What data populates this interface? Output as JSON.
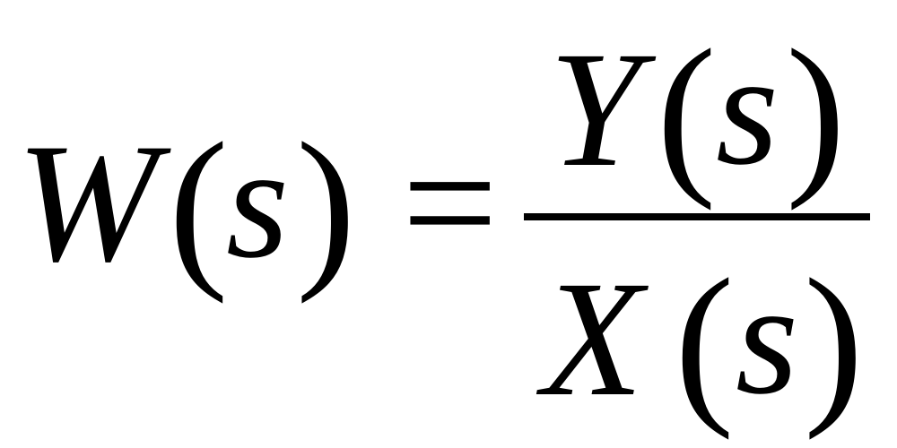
{
  "equation": {
    "lhs": {
      "variable": "W",
      "open_paren": "(",
      "argument": "s",
      "close_paren": ")"
    },
    "equals": "=",
    "fraction": {
      "numerator": {
        "variable": "Y",
        "open_paren": "(",
        "argument": "s",
        "close_paren": ")"
      },
      "denominator": {
        "variable": "X",
        "open_paren": "(",
        "argument": "s",
        "close_paren": ")"
      }
    }
  },
  "colors": {
    "text": "#000000",
    "background": "#ffffff"
  }
}
